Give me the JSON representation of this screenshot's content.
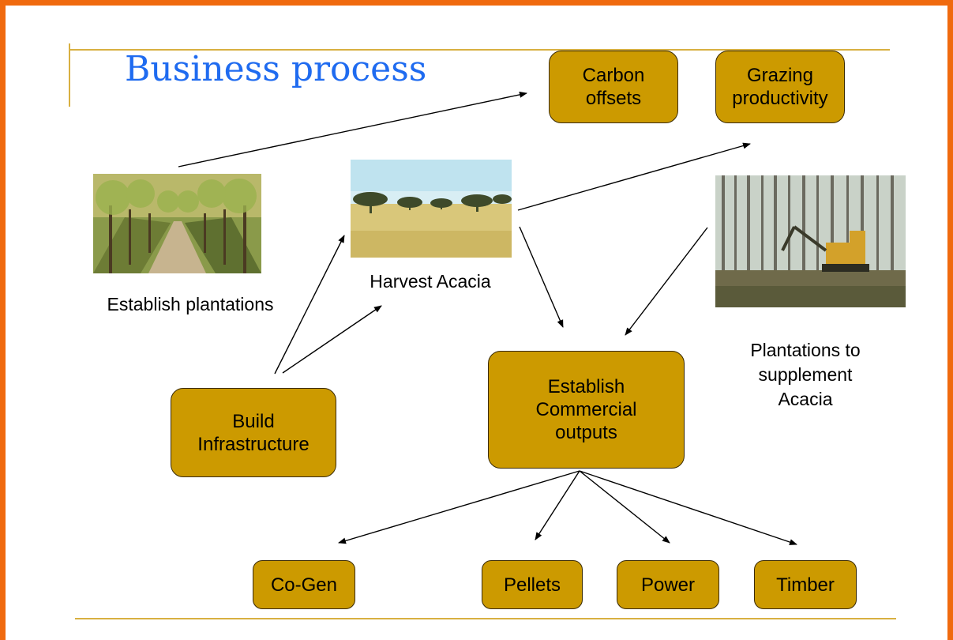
{
  "title": "Business process",
  "boxes": {
    "carbon_offsets": "Carbon\noffsets",
    "grazing_productivity": "Grazing\nproductivity",
    "build_infrastructure": "Build\nInfrastructure",
    "commercial_outputs": "Establish\nCommercial\noutputs",
    "co_gen": "Co-Gen",
    "pellets": "Pellets",
    "power": "Power",
    "timber": "Timber"
  },
  "labels": {
    "establish_plantations": "Establish plantations",
    "harvest_acacia": "Harvest Acacia",
    "plantations_supplement": "Plantations to\nsupplement\nAcacia"
  },
  "colors": {
    "border": "#f06a0f",
    "box_fill": "#cc9a00",
    "title": "#1f6bf0",
    "rule": "#d8b041"
  }
}
